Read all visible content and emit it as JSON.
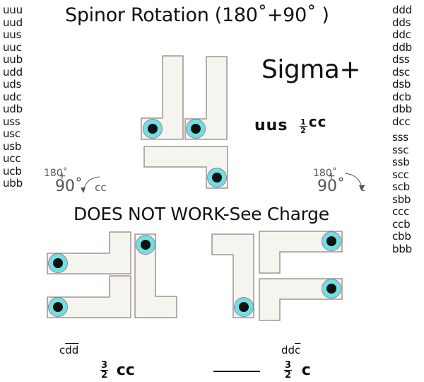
{
  "title": "Spinor Rotation (180˚+90˚ )",
  "left_list": [
    "uuu",
    "uud",
    "uus",
    "uuc",
    "uub",
    "udd",
    "uds",
    "udc",
    "udb",
    "uss",
    "usc",
    "usb",
    "ucc",
    "ucb",
    "ubb"
  ],
  "right_list_group1": [
    "ddd",
    "dds",
    "ddc",
    "ddb",
    "dss",
    "dsc",
    "dsb",
    "dcb",
    "dbb",
    "dcc"
  ],
  "right_list_group2": [
    "sss",
    "ssc",
    "ssb",
    "scc",
    "scb",
    "sbb",
    "ccc",
    "ccb",
    "cbb",
    "bbb"
  ],
  "particle": {
    "name": "Sigma+",
    "quarks": "uus",
    "charge_num": "1",
    "charge_den": "2",
    "charge_unit": "cc"
  },
  "rotation_left": {
    "deg1": "180˚",
    "plus": "+",
    "deg2": "90˚",
    "direction": "cc"
  },
  "rotation_right": {
    "deg1": "180˚",
    "plus": "+",
    "deg2": "90˚",
    "direction": "c"
  },
  "warning": "DOES NOT WORK-See Charge",
  "bottom_left": {
    "quarks_plain": "c",
    "quarks_overlined": "dd",
    "charge_num": "3",
    "charge_den": "2",
    "charge_unit": "cc"
  },
  "bottom_right": {
    "quarks_plain": "dd",
    "quarks_overlined": "c",
    "charge_num": "3",
    "charge_den": "2",
    "charge_unit": "c"
  },
  "colors": {
    "block_fill": "#f6f4ef",
    "block_stroke": "#8a8580",
    "ring": "#6ee0e4",
    "ring_stroke": "#a07a95",
    "core": "#111111",
    "rotation_text": "#555555"
  }
}
